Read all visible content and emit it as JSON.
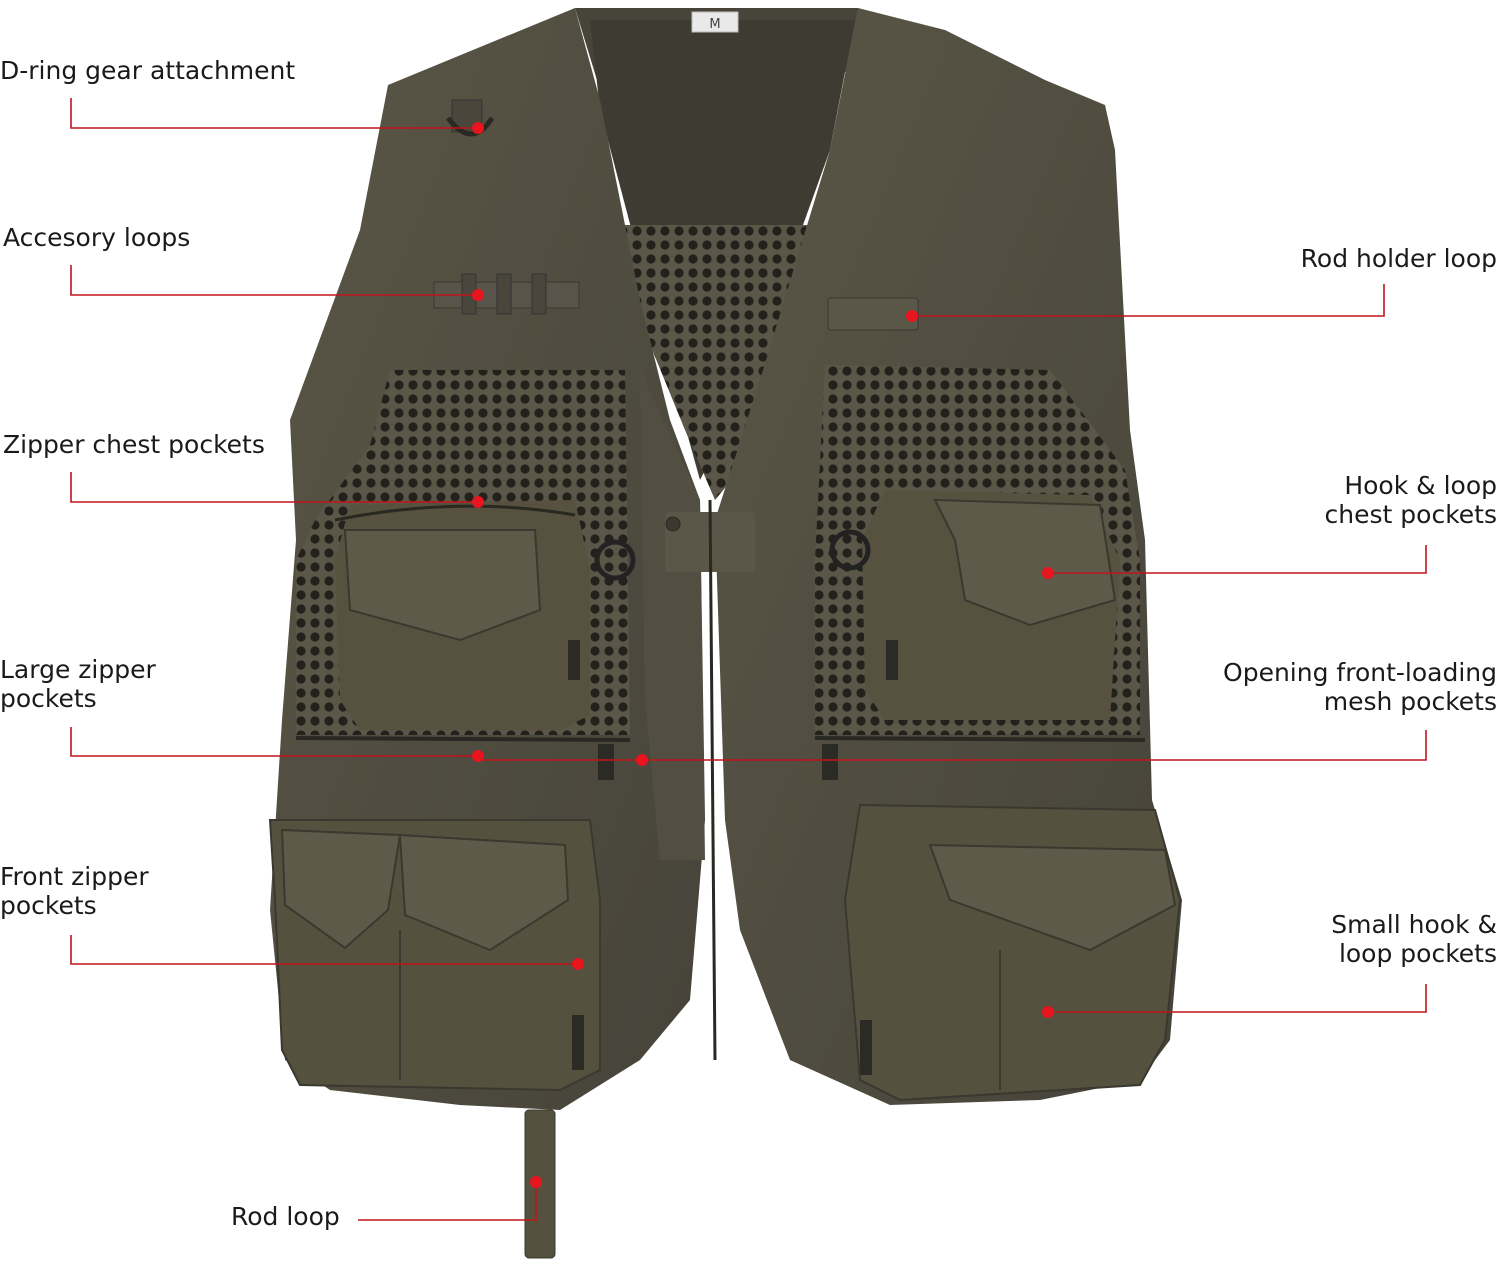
{
  "product": {
    "size_tag": "M",
    "fabric_color": "#4f4b3e",
    "mesh_color": "#3a382f",
    "accent_color": "#e8141e",
    "line_color": "#c0141c"
  },
  "callouts": {
    "d_ring": "D-ring gear attachment",
    "accessory_loops": "Accesory loops",
    "zipper_chest": "Zipper chest pockets",
    "large_zipper_1": "Large zipper",
    "large_zipper_2": "pockets",
    "front_zipper_1": "Front zipper",
    "front_zipper_2": "pockets",
    "rod_loop": "Rod loop",
    "rod_holder": "Rod holder loop",
    "hook_loop_chest_1": "Hook & loop",
    "hook_loop_chest_2": "chest pockets",
    "opening_mesh_1": "Opening front-loading",
    "opening_mesh_2": "mesh pockets",
    "small_hook_1": "Small hook &",
    "small_hook_2": "loop pockets"
  }
}
